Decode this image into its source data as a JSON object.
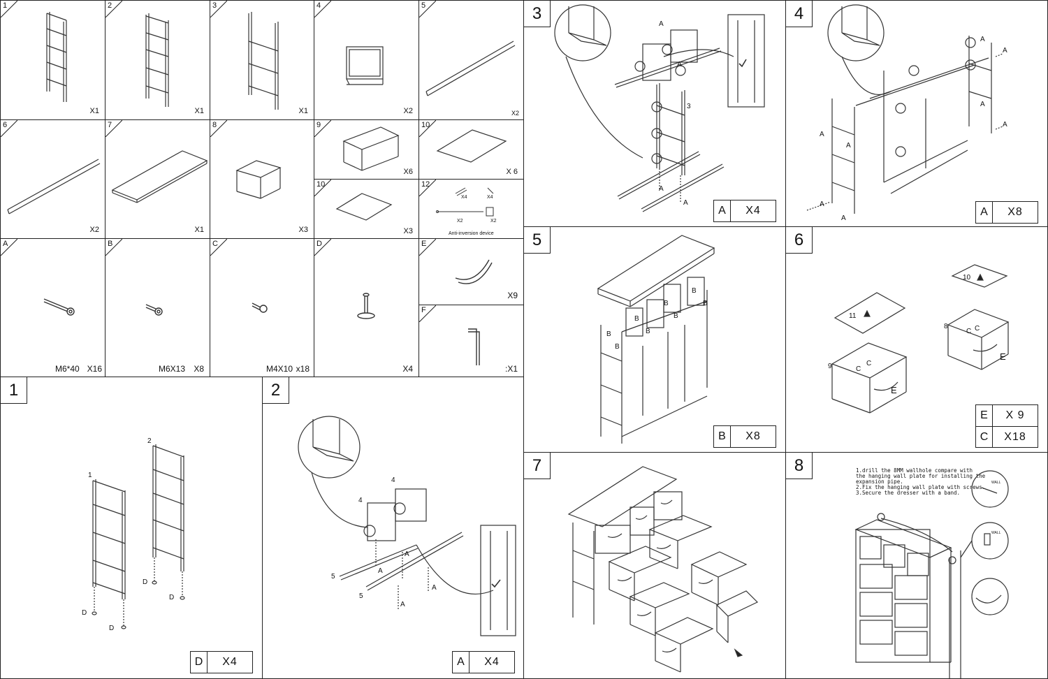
{
  "parts": [
    {
      "num": "1",
      "qty": "X1"
    },
    {
      "num": "2",
      "qty": "X1"
    },
    {
      "num": "3",
      "qty": "X1"
    },
    {
      "num": "4",
      "qty": "X2"
    },
    {
      "num": "5",
      "qty": "X2"
    },
    {
      "num": "6",
      "qty": "X2"
    },
    {
      "num": "7",
      "qty": "X1"
    },
    {
      "num": "8",
      "qty": "X3"
    },
    {
      "num": "9",
      "qty": "X6"
    },
    {
      "num": "10",
      "qty": "X 6"
    },
    {
      "num": "10",
      "qty": "X3"
    },
    {
      "num": "12",
      "qty": ""
    }
  ],
  "part12": {
    "x4a": "X4",
    "x4b": "X4",
    "x2a": "X2",
    "x2b": "X2",
    "caption": "Anti-inversion device"
  },
  "hardware": [
    {
      "letter": "A",
      "size": "M6*40",
      "qty": "X16"
    },
    {
      "letter": "B",
      "size": "M6X13",
      "qty": "X8"
    },
    {
      "letter": "C",
      "size": "M4X10",
      "qty": "x18"
    },
    {
      "letter": "D",
      "size": "",
      "qty": "X4"
    },
    {
      "letter": "E",
      "size": "",
      "qty": "X9"
    },
    {
      "letter": "F",
      "size": "",
      "qty": ":X1"
    }
  ],
  "steps": [
    {
      "num": "1",
      "rows": [
        {
          "k": "D",
          "v": "X4"
        }
      ],
      "labels": [
        "1",
        "2",
        "D",
        "D",
        "D",
        "D"
      ]
    },
    {
      "num": "2",
      "rows": [
        {
          "k": "A",
          "v": "X4"
        }
      ],
      "labels": [
        "4",
        "4",
        "5",
        "5",
        "A",
        "A",
        "A",
        "A"
      ]
    },
    {
      "num": "3",
      "rows": [
        {
          "k": "A",
          "v": "X4"
        }
      ],
      "labels": [
        "A",
        "A",
        "A",
        "A",
        "3"
      ]
    },
    {
      "num": "4",
      "rows": [
        {
          "k": "A",
          "v": "X8"
        }
      ],
      "labels": [
        "A",
        "A",
        "A",
        "A",
        "A",
        "A",
        "A",
        "A"
      ]
    },
    {
      "num": "5",
      "rows": [
        {
          "k": "B",
          "v": "X8"
        }
      ],
      "labels": [
        "B",
        "B",
        "B",
        "B",
        "B",
        "B",
        "B",
        "B"
      ]
    },
    {
      "num": "6",
      "rows": [
        {
          "k": "E",
          "v": "X 9"
        },
        {
          "k": "C",
          "v": "X18"
        }
      ],
      "labels": [
        "10",
        "11",
        "8",
        "9",
        "C",
        "C",
        "C",
        "C",
        "E",
        "E"
      ]
    },
    {
      "num": "7",
      "rows": [],
      "labels": []
    },
    {
      "num": "8",
      "rows": [],
      "labels": []
    }
  ],
  "step8_note": "1.drill the 8MM wallhole compare with\nthe hanging wall plate for installing the\nexpansion pipe.\n2.Fix the hanging wall plate with screws.\n3.Secure the dresser with a band.",
  "step8_tiny": [
    "WALL",
    "WALL"
  ]
}
